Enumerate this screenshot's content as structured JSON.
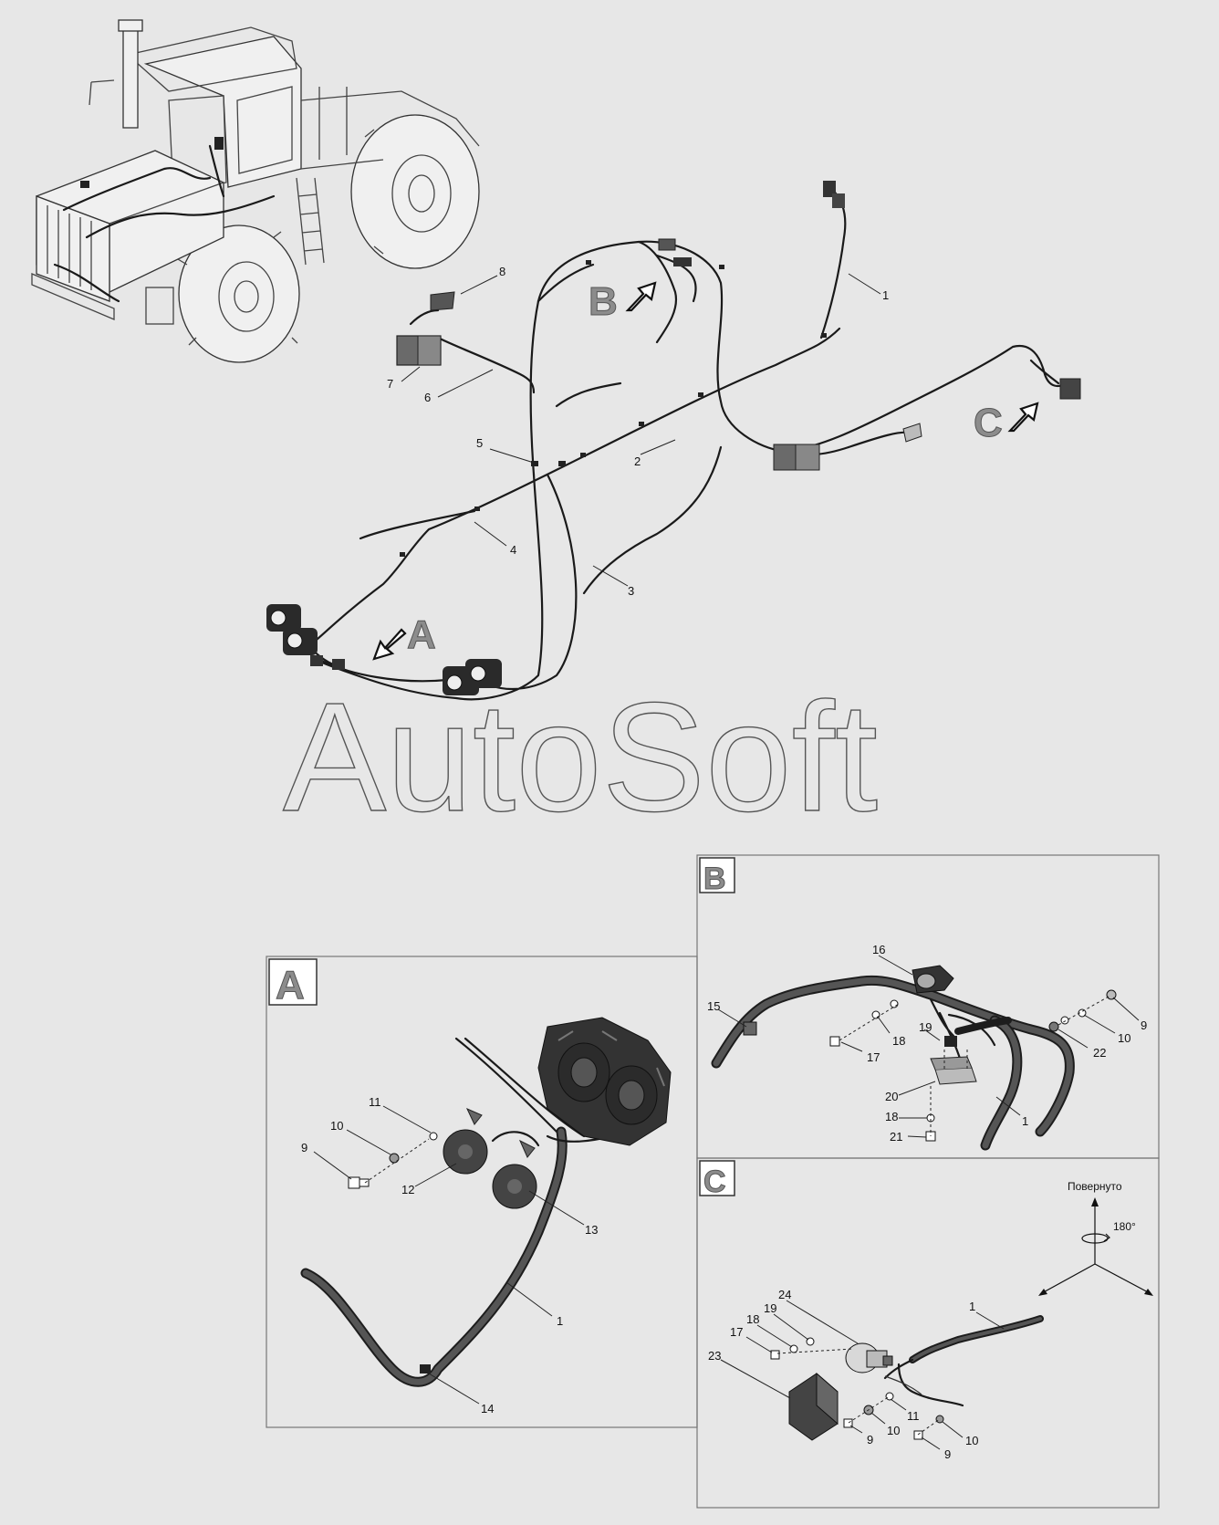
{
  "watermark": "AutoSoft",
  "main_view": {
    "callouts": [
      "1",
      "2",
      "3",
      "4",
      "5",
      "6",
      "7",
      "8"
    ],
    "view_markers": [
      "A",
      "B",
      "C"
    ]
  },
  "detail_a": {
    "letter": "A",
    "callouts": [
      "11",
      "10",
      "9",
      "12",
      "13",
      "1",
      "14"
    ]
  },
  "detail_b": {
    "letter": "B",
    "callouts": [
      "16",
      "15",
      "19",
      "18",
      "17",
      "20",
      "18",
      "21",
      "9",
      "10",
      "22",
      "1"
    ]
  },
  "detail_c": {
    "letter": "C",
    "rotation_label": "Повернуто",
    "rotation_angle": "180°",
    "callouts": [
      "24",
      "19",
      "18",
      "17",
      "23",
      "1",
      "11",
      "10",
      "9",
      "9",
      "10"
    ]
  }
}
